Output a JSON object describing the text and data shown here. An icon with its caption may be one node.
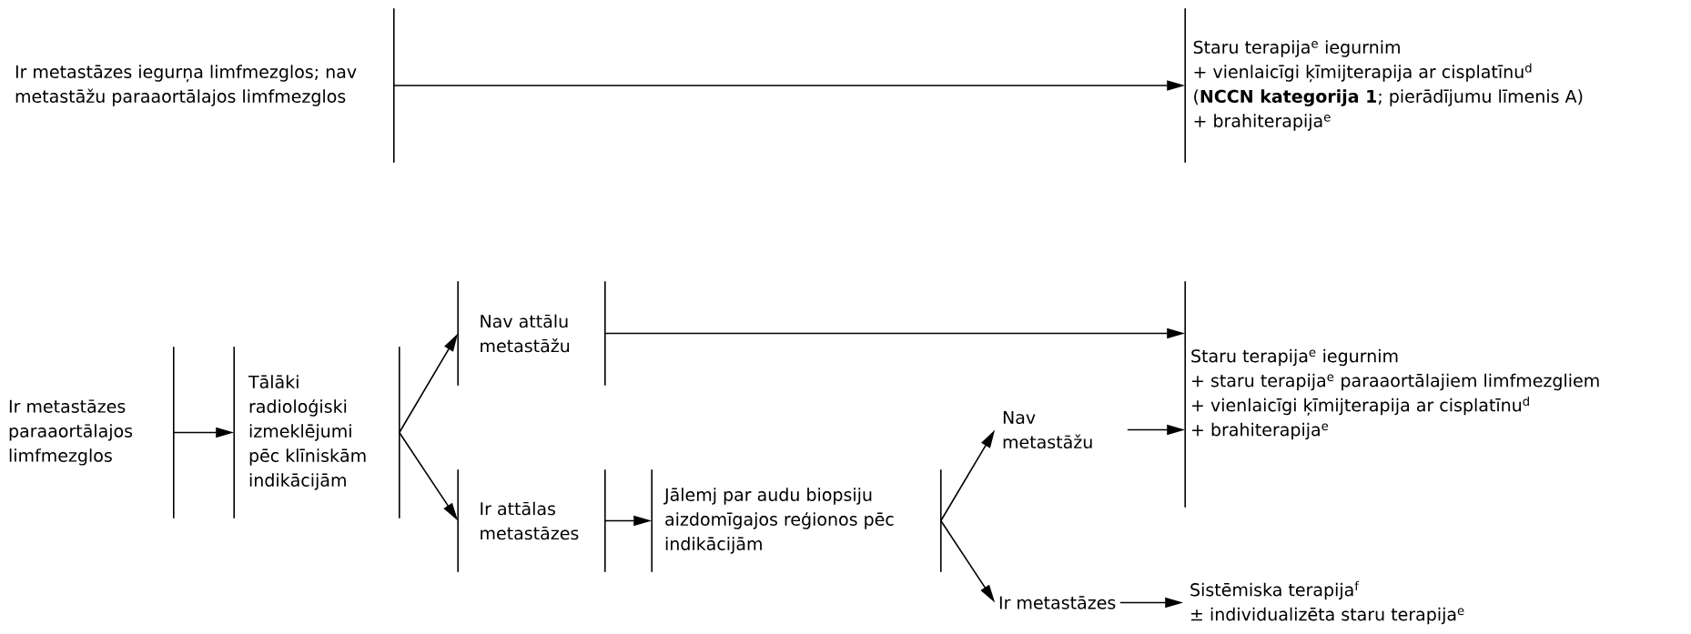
{
  "diagram": {
    "nodes": [
      {
        "text": [
          "Ir metastāzes iegurņa limfmezglos; nav metastāžu paraaortālajos limfmezglos"
        ]
      },
      {
        "text": [
          "Staru terapija$^{e}$ iegurnim",
          "+ vienlaicīgi ķīmijterapija ar cisplatīnu$^{d}$",
          "(**NCCN kategorija 1**; pierādījumu līmenis A)",
          "+ brahiterapija$^{e}$"
        ]
      },
      {
        "text": [
          "Ir metastāzes paraaortālajos limfmezglos"
        ]
      },
      {
        "text": [
          "Tālāki radioloģiski izmeklējumi pēc klīniskām indikācijām"
        ]
      },
      {
        "text": [
          "Nav attālu metastāžu"
        ]
      },
      {
        "text": [
          "Ir attālas metastāzes"
        ]
      },
      {
        "text": [
          "Jālemj par audu biopsiju aizdomīgajos reģionos pēc indikācijām"
        ]
      },
      {
        "text": [
          "Nav metastāžu"
        ]
      },
      {
        "text": [
          "Staru terapija$^{e}$ iegurnim",
          "+ staru terapija$^{e}$ paraaortālajiem limfmezgliem",
          "+ vienlaicīgi ķīmijterapija ar cisplatīnu$^{d}$",
          "+ brahiterapija$^{e}$"
        ]
      },
      {
        "text": [
          "Ir metastāzes"
        ]
      },
      {
        "text": [
          "Sistēmiska terapija$^{f}$",
          "± individualizēta staru terapija$^{e}$"
        ]
      }
    ],
    "edges": [
      {
        "from": 0,
        "to": 1,
        "arrow": "to"
      },
      {
        "from": 2,
        "to": 3,
        "arrow": "to"
      },
      {
        "from": 3,
        "to": 4,
        "arrow": "to"
      },
      {
        "from": 3,
        "to": 5,
        "arrow": "to"
      },
      {
        "from": 4,
        "to": 8,
        "arrow": "to"
      },
      {
        "from": 5,
        "to": 6,
        "arrow": "to"
      },
      {
        "from": 6,
        "to": 7,
        "arrow": "to"
      },
      {
        "from": 6,
        "to": 9,
        "arrow": "to"
      },
      {
        "from": 7,
        "to": 8,
        "arrow": "to"
      },
      {
        "from": 9,
        "to": 10,
        "arrow": "to"
      }
    ]
  }
}
